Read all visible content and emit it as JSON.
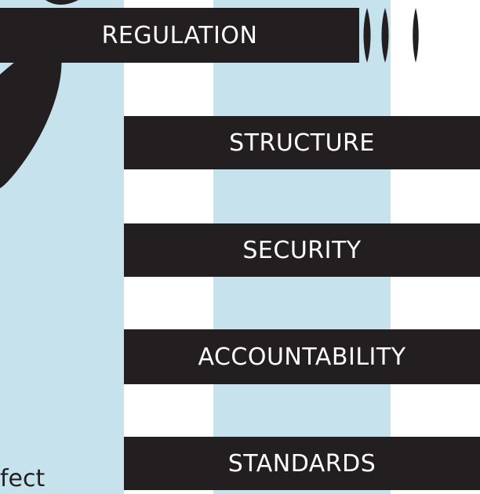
{
  "bars": {
    "regulation": "REGULATION",
    "structure": "STRUCTURE",
    "security": "SECURITY",
    "accountability": "ACCOUNTABILITY",
    "standards": "STANDARDS"
  },
  "cutoff_text": "fect",
  "colors": {
    "bar": "#231f20",
    "stripe": "#c6e3ed",
    "background": "#ffffff",
    "bar_text": "#ffffff"
  }
}
